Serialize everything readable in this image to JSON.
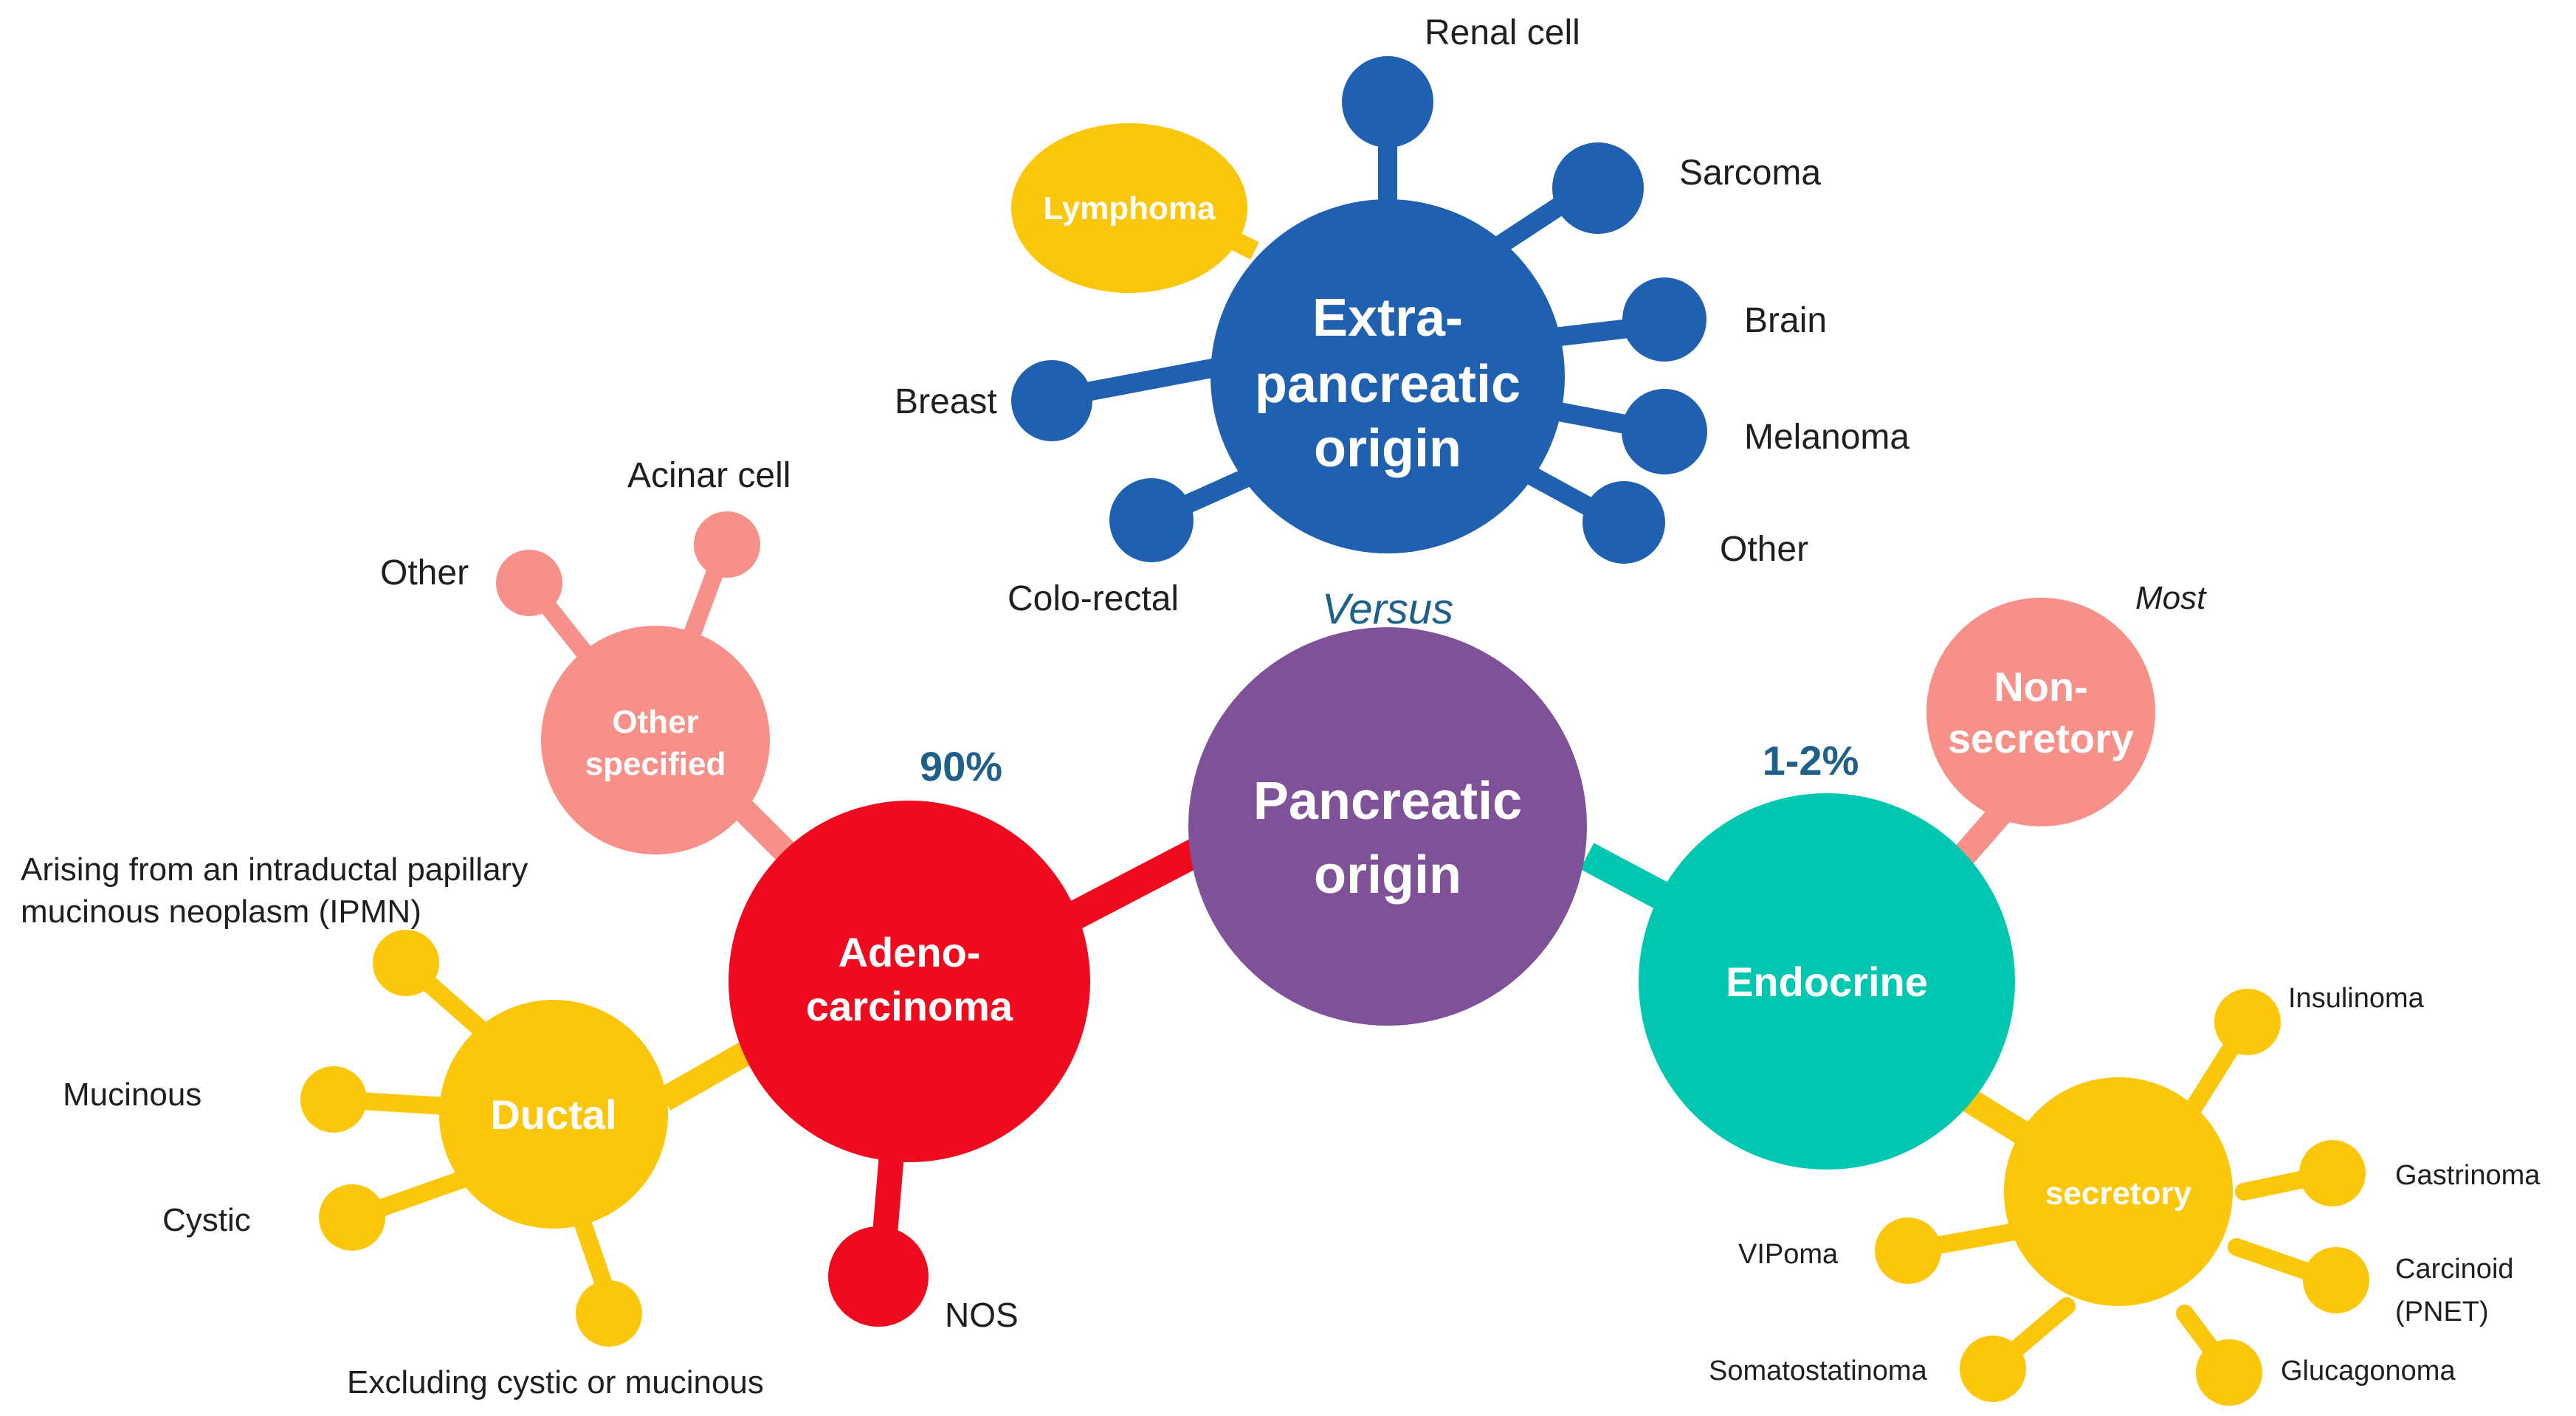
{
  "colors": {
    "blue": "#2060B0",
    "purple": "#7E5199",
    "red": "#F00A1E",
    "teal": "#00C8B0",
    "yellow": "#FCC60A",
    "salmon": "#F79088"
  },
  "center": {
    "label_line1": "Pancreatic",
    "label_line2": "origin",
    "versus": "Versus"
  },
  "extra": {
    "label_line1": "Extra-",
    "label_line2": "pancreatic",
    "label_line3": "origin",
    "lymphoma": "Lymphoma",
    "renal": "Renal cell",
    "sarcoma": "Sarcoma",
    "brain": "Brain",
    "melanoma": "Melanoma",
    "other": "Other",
    "breast": "Breast",
    "colorectal": "Colo-rectal"
  },
  "adeno": {
    "label_line1": "Adeno-",
    "label_line2": "carcinoma",
    "pct": "90%",
    "nos": "NOS",
    "other_specified_line1": "Other",
    "other_specified_line2": "specified",
    "other": "Other",
    "acinar": "Acinar cell",
    "ductal": "Ductal",
    "ipmn_line1": "Arising from an intraductal papillary",
    "ipmn_line2": "mucinous neoplasm (IPMN)",
    "mucinous": "Mucinous",
    "cystic": "Cystic",
    "excluding": "Excluding cystic or mucinous"
  },
  "endocrine": {
    "label": "Endocrine",
    "pct": "1-2%",
    "most": "Most",
    "nonsecretory_line1": "Non-",
    "nonsecretory_line2": "secretory",
    "secretory": "secretory",
    "insulinoma": "Insulinoma",
    "gastrinoma": "Gastrinoma",
    "carcinoid_line1": "Carcinoid",
    "carcinoid_line2": "(PNET)",
    "glucagonoma": "Glucagonoma",
    "somatostatinoma": "Somatostatinoma",
    "vipoma": "VIPoma"
  }
}
